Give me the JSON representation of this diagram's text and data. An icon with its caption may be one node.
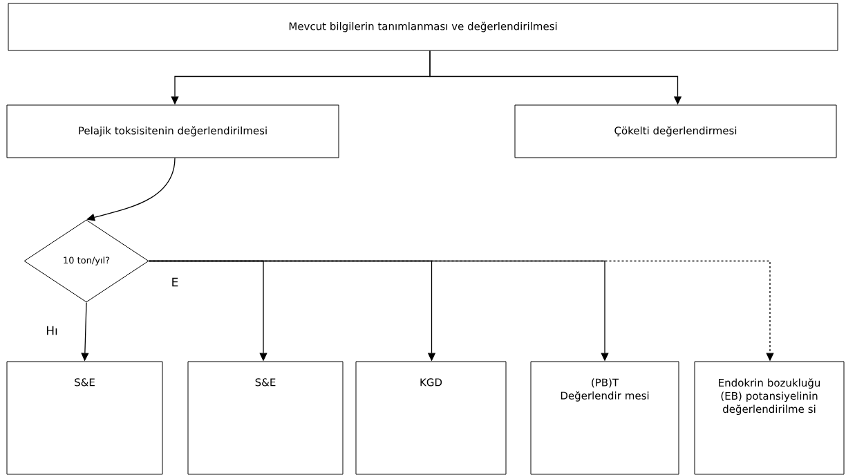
{
  "diagram": {
    "nodes": [
      {
        "text": [
          "Mevcut bilgilerin tanımlanması ve değerlendirilmesi"
        ]
      },
      {
        "text": [
          "Pelajik toksisitenin değerlendirilmesi"
        ]
      },
      {
        "text": [
          "Çökelti değerlendirmesi"
        ]
      },
      {
        "text": [
          "10 ton/yıl?"
        ]
      },
      {
        "text": [
          "S&E"
        ]
      },
      {
        "text": [
          "S&E"
        ]
      },
      {
        "text": [
          "KGD"
        ]
      },
      {
        "text": [
          "(PB)T Değerlendir mesi"
        ]
      },
      {
        "text": [
          "Endokrin bozukluğu (EB) potansiyelinin değerlendirilme si"
        ]
      }
    ],
    "edges": [
      {
        "from": 0,
        "to": 1,
        "arrow": "to"
      },
      {
        "from": 0,
        "to": 2,
        "arrow": "to"
      },
      {
        "from": 1,
        "to": 3,
        "arrow": "to"
      },
      {
        "from": 3,
        "to": 4,
        "arrow": "to",
        "label": "Hı"
      },
      {
        "from": 3,
        "to": 5,
        "arrow": "to",
        "label": "E"
      },
      {
        "from": 3,
        "to": 6,
        "arrow": "to"
      },
      {
        "from": 3,
        "to": 7,
        "arrow": "to"
      },
      {
        "from": 3,
        "to": 8,
        "arrow": "to",
        "style": "dashed"
      }
    ]
  }
}
